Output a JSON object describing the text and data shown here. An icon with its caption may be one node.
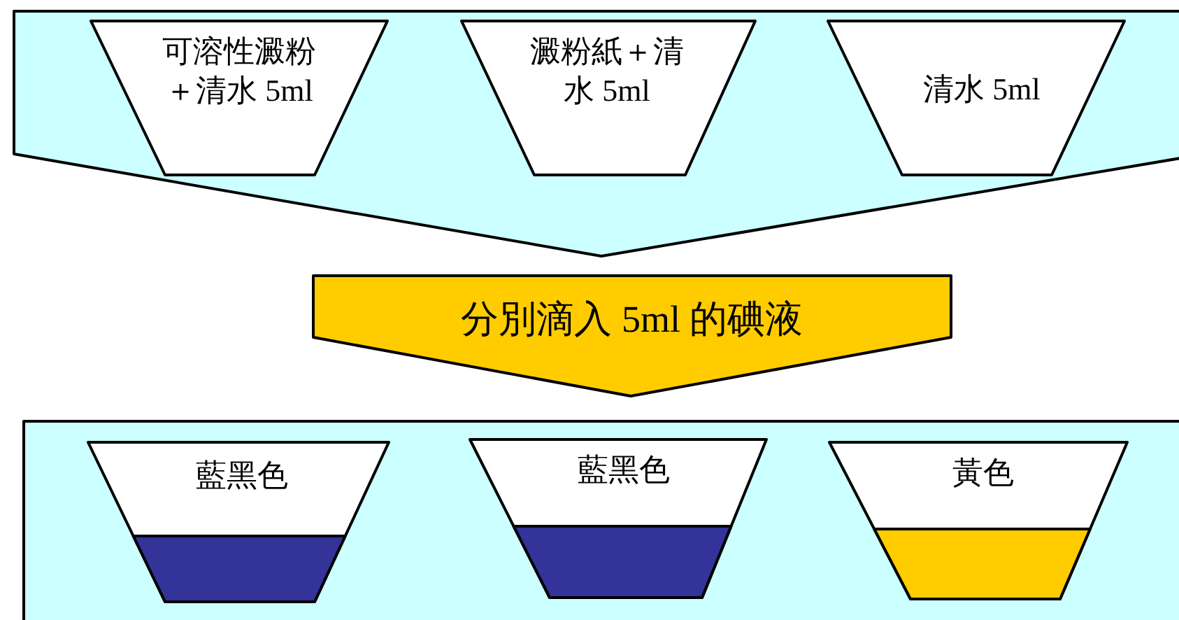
{
  "diagram": {
    "nodes": [
      {
        "text": [],
        "shape": "arrow"
      },
      {
        "text": [
          "可溶性澱粉＋清水 5ml"
        ],
        "in": 0
      },
      {
        "text": [
          "澱粉紙＋清水 5ml"
        ],
        "in": 0
      },
      {
        "text": [
          "清水 5ml"
        ],
        "in": 0
      },
      {
        "text": [
          "分別滴入 5ml 的碘液"
        ]
      },
      {
        "text": [],
        "shape": "box"
      },
      {
        "text": [
          "藍黑色"
        ],
        "in": 5
      },
      {
        "text": [
          "藍黑色"
        ],
        "in": 5
      },
      {
        "text": [
          "黃色"
        ],
        "in": 5
      }
    ]
  }
}
